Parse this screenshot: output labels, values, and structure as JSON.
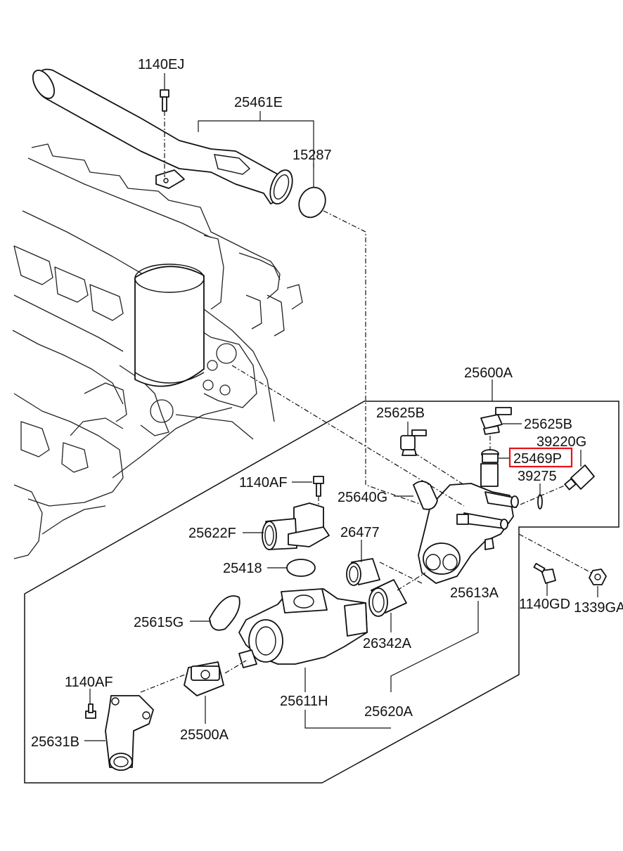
{
  "diagram": {
    "labels": {
      "p1140EJ": "1140EJ",
      "p25461E": "25461E",
      "p15287": "15287",
      "p25600A": "25600A",
      "p25625B_left": "25625B",
      "p25625B_right": "25625B",
      "p39220G": "39220G",
      "p25469P": "25469P",
      "p39275": "39275",
      "p1140AF_top": "1140AF",
      "p25640G": "25640G",
      "p25622F": "25622F",
      "p26477": "26477",
      "p25418": "25418",
      "p25613A": "25613A",
      "p1140GD": "1140GD",
      "p1339GA": "1339GA",
      "p25615G": "25615G",
      "p26342A": "26342A",
      "p1140AF_bottom": "1140AF",
      "p25611H": "25611H",
      "p25620A": "25620A",
      "p25631B": "25631B",
      "p25500A": "25500A"
    },
    "highlighted_part": "25469P",
    "highlight_color": "#e8101a",
    "line_color": "#111111"
  }
}
